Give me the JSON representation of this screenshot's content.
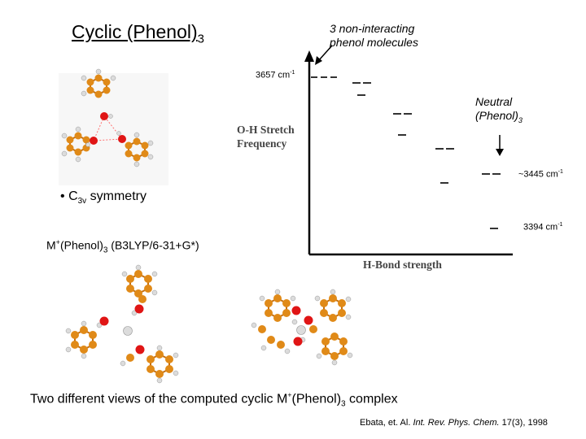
{
  "title": {
    "text": "Cyclic (Phenol)",
    "subscript": "3"
  },
  "note": {
    "line1": "3 non-interacting",
    "line2": "phenol molecules"
  },
  "levels": {
    "top_label": "3657 cm",
    "top_unit_sup": "-1",
    "mid_label": "~3445 cm",
    "mid_unit_sup": "-1",
    "low_label": "3394 cm",
    "low_unit_sup": "-1"
  },
  "neutral": {
    "line1": "Neutral",
    "line2": "(Phenol)",
    "subscript": "3"
  },
  "axes": {
    "ylabel_line1": "O-H Stretch",
    "ylabel_line2": "Frequency",
    "xlabel": "H-Bond strength"
  },
  "bullet": {
    "marker": "•",
    "prefix": "C",
    "subscript": "3v",
    "suffix": " symmetry"
  },
  "mplus": {
    "m": "M",
    "plus": "+",
    "phenol": "(Phenol)",
    "sub": "3",
    "method": " (B3LYP/6-31+G*)"
  },
  "caption": {
    "prefix": "Two different views of the computed cyclic M",
    "plus": "+",
    "phenol": "(Phenol)",
    "sub": "3",
    "suffix": " complex"
  },
  "citation": {
    "authors": "Ebata, et. Al. ",
    "journal": "Int. Rev. Phys. Chem.",
    "volume": " 17(3), 1998"
  },
  "colors": {
    "carbon": "#e08a18",
    "oxygen": "#e01515",
    "hydrogen": "#dcdcdc",
    "metal": "#cfcfcf",
    "bond_h": "#ff5a5a"
  }
}
